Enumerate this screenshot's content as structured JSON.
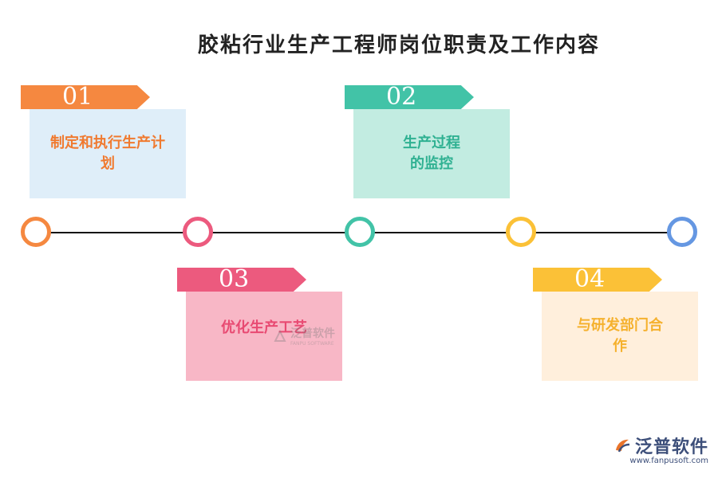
{
  "title": "胶粘行业生产工程师岗位职责及工作内容",
  "steps": [
    {
      "num": "01",
      "text": "制定和执行生产计划",
      "tag_color": "#f58840",
      "card_color": "#dfeef9",
      "text_color": "#f07a30"
    },
    {
      "num": "02",
      "text": "生产过程的监控",
      "tag_color": "#42c3a7",
      "card_color": "#c2ece1",
      "text_color": "#2fb192"
    },
    {
      "num": "03",
      "text": "优化生产工艺",
      "tag_color": "#ec5a7e",
      "card_color": "#f8b7c6",
      "text_color": "#e84a72"
    },
    {
      "num": "04",
      "text": "与研发部门合作",
      "tag_color": "#fbc137",
      "card_color": "#ffefdc",
      "text_color": "#f5b12e"
    }
  ],
  "timeline_dots": [
    {
      "color": "#f58840"
    },
    {
      "color": "#ec5a7e"
    },
    {
      "color": "#42c3a7"
    },
    {
      "color": "#fbc137"
    },
    {
      "color": "#6597e2"
    }
  ],
  "watermark": {
    "text": "泛普软件",
    "sub": "FANPU SOFTWARE"
  },
  "logo": {
    "text": "泛普软件",
    "url": "www.fanpusoft.com",
    "icon": "fanpu-logo-icon"
  }
}
